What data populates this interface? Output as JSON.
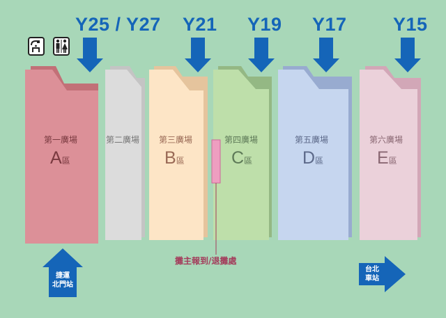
{
  "exits": [
    {
      "label": "Y25 / Y27"
    },
    {
      "label": "Y21"
    },
    {
      "label": "Y19"
    },
    {
      "label": "Y17"
    },
    {
      "label": "Y15"
    }
  ],
  "plazas": [
    {
      "name": "第一廣場",
      "zone": "A",
      "zone_suffix": "區",
      "color": "#dc9098",
      "shadow": "#c27077",
      "text_color": "#7a3a40"
    },
    {
      "name": "第二廣場",
      "zone": "",
      "zone_suffix": "",
      "color": "#dcdcdc",
      "shadow": "#c4c4c4",
      "text_color": "#777777"
    },
    {
      "name": "第三廣場",
      "zone": "B",
      "zone_suffix": "區",
      "color": "#fde5c6",
      "shadow": "#e5c49d",
      "text_color": "#9a6a56"
    },
    {
      "name": "第四廣場",
      "zone": "C",
      "zone_suffix": "區",
      "color": "#bedfaa",
      "shadow": "#94b884",
      "text_color": "#5e7a58"
    },
    {
      "name": "第五廣場",
      "zone": "D",
      "zone_suffix": "區",
      "color": "#c6d6ef",
      "shadow": "#98abd0",
      "text_color": "#5d6a8a"
    },
    {
      "name": "第六廣場",
      "zone": "E",
      "zone_suffix": "區",
      "color": "#ebd1da",
      "shadow": "#d2a7b7",
      "text_color": "#8a6873"
    }
  ],
  "booth_point": {
    "label": "攤主報到/退攤處",
    "color": "#ee9ec0"
  },
  "mrt_arrow": {
    "line1": "捷運",
    "line2": "北門站"
  },
  "station_arrow": {
    "line1": "台北",
    "line2": "車站"
  },
  "icons": [
    "drinking-fountain-icon",
    "restroom-icon"
  ],
  "colors": {
    "background": "#a8d7b8",
    "arrow_blue": "#1565b8",
    "booth_label": "#a33c5b"
  }
}
